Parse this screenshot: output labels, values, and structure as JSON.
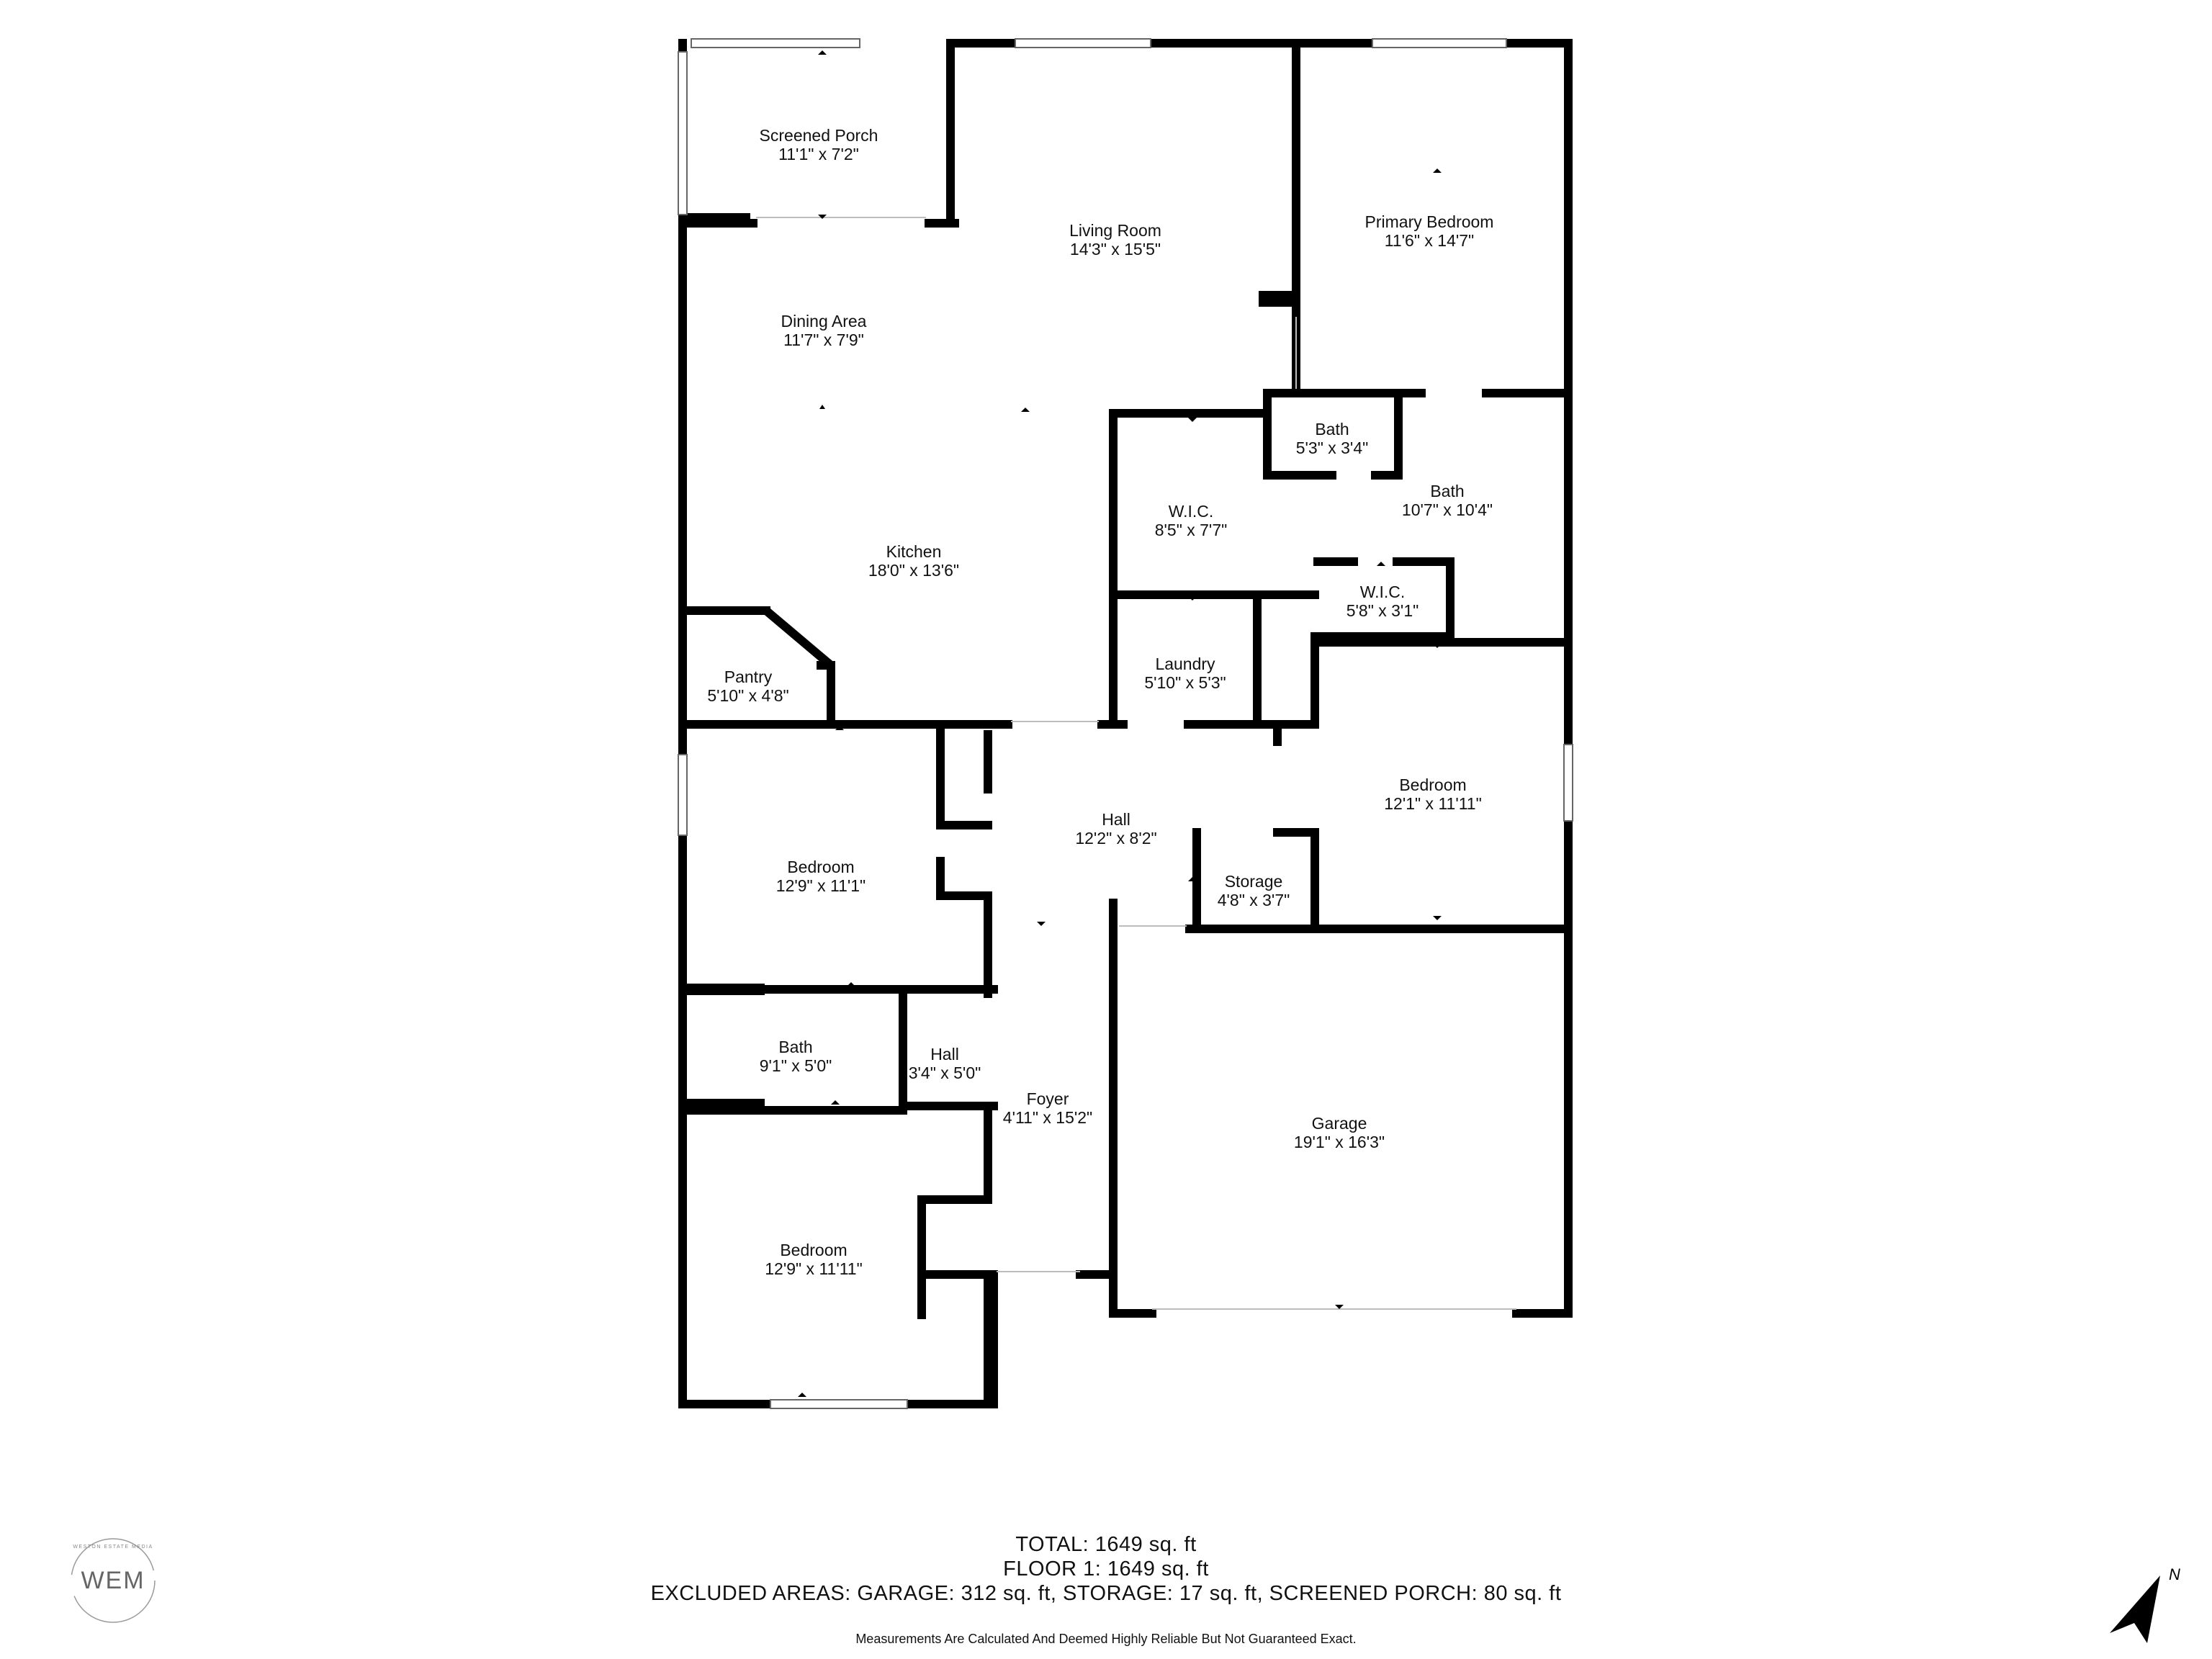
{
  "rooms": [
    {
      "key": "screened_porch",
      "name": "Screened Porch",
      "dims": "11'1\" x 7'2\""
    },
    {
      "key": "living_room",
      "name": "Living Room",
      "dims": "14'3\" x 15'5\""
    },
    {
      "key": "primary_bedroom",
      "name": "Primary Bedroom",
      "dims": "11'6\" x 14'7\""
    },
    {
      "key": "dining_area",
      "name": "Dining Area",
      "dims": "11'7\" x 7'9\""
    },
    {
      "key": "bath_small",
      "name": "Bath",
      "dims": "5'3\" x 3'4\""
    },
    {
      "key": "primary_bath",
      "name": "Bath",
      "dims": "10'7\" x 10'4\""
    },
    {
      "key": "wic_large",
      "name": "W.I.C.",
      "dims": "8'5\" x 7'7\""
    },
    {
      "key": "kitchen",
      "name": "Kitchen",
      "dims": "18'0\" x 13'6\""
    },
    {
      "key": "wic_small",
      "name": "W.I.C.",
      "dims": "5'8\" x 3'1\""
    },
    {
      "key": "laundry",
      "name": "Laundry",
      "dims": "5'10\" x 5'3\""
    },
    {
      "key": "pantry",
      "name": "Pantry",
      "dims": "5'10\" x 4'8\""
    },
    {
      "key": "bedroom_east",
      "name": "Bedroom",
      "dims": "12'1\" x 11'11\""
    },
    {
      "key": "hall_main",
      "name": "Hall",
      "dims": "12'2\" x 8'2\""
    },
    {
      "key": "bedroom_west",
      "name": "Bedroom",
      "dims": "12'9\" x 11'1\""
    },
    {
      "key": "storage",
      "name": "Storage",
      "dims": "4'8\" x 3'7\""
    },
    {
      "key": "bath_west",
      "name": "Bath",
      "dims": "9'1\" x 5'0\""
    },
    {
      "key": "hall_small",
      "name": "Hall",
      "dims": "3'4\" x 5'0\""
    },
    {
      "key": "foyer",
      "name": "Foyer",
      "dims": "4'11\" x 15'2\""
    },
    {
      "key": "garage",
      "name": "Garage",
      "dims": "19'1\" x 16'3\""
    },
    {
      "key": "bedroom_south",
      "name": "Bedroom",
      "dims": "12'9\" x 11'11\""
    }
  ],
  "summary": {
    "total": "TOTAL: 1649 sq. ft",
    "floor": "FLOOR 1: 1649 sq. ft",
    "excluded": "EXCLUDED AREAS: GARAGE: 312 sq. ft, STORAGE: 17 sq. ft, SCREENED PORCH: 80 sq. ft",
    "disclaimer": "Measurements Are Calculated And Deemed Highly Reliable But Not Guaranteed Exact."
  },
  "logo": {
    "monogram": "WEM",
    "ring_text": "WESTON ESTATE MEDIA"
  },
  "compass": {
    "label": "N"
  },
  "colors": {
    "wall": "#000000",
    "background": "#ffffff",
    "opening": "#cfcfcf"
  }
}
